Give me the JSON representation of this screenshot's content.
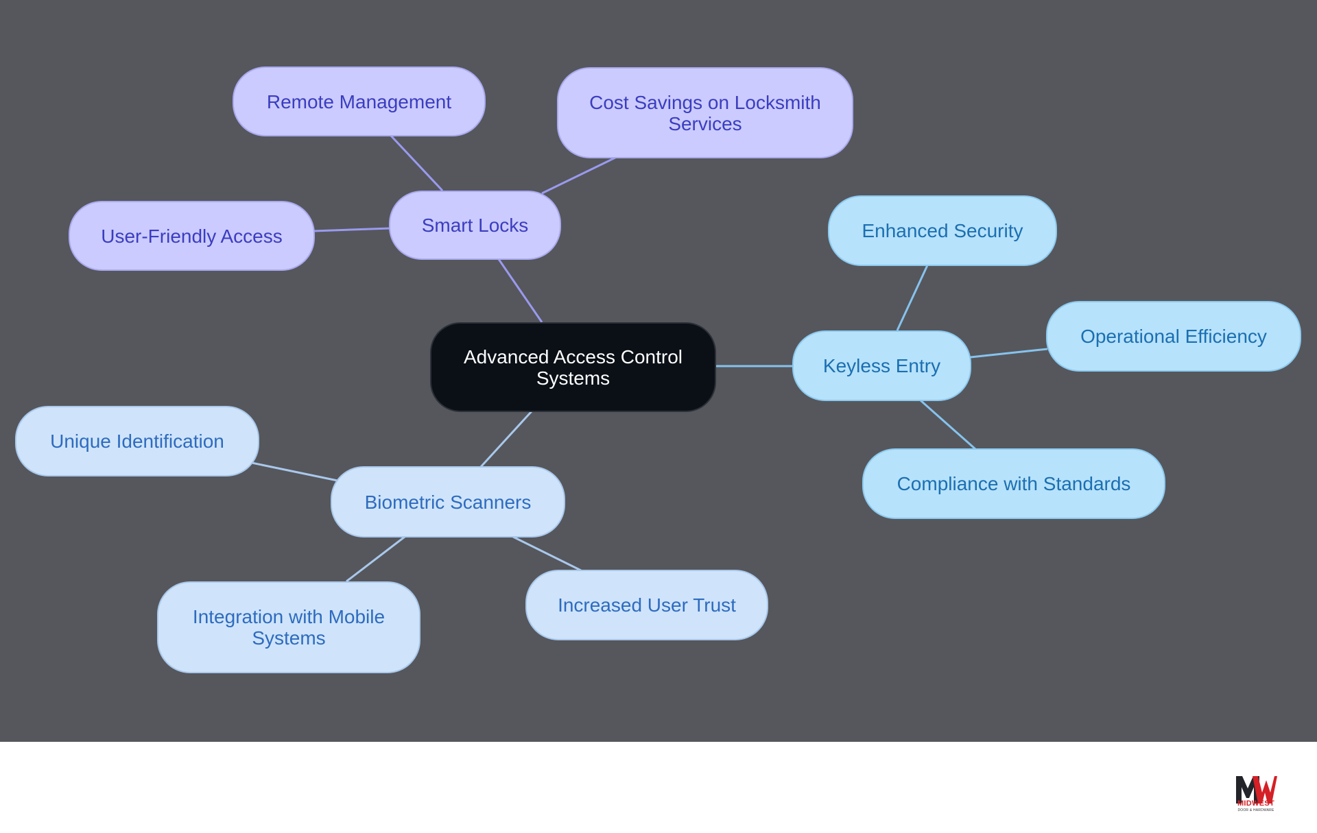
{
  "mindmap": {
    "root": "Advanced Access Control Systems",
    "branches": [
      {
        "id": "smart-locks",
        "label": "Smart Locks",
        "children": [
          "Remote Management",
          "Cost Savings on Locksmith Services",
          "User-Friendly Access"
        ]
      },
      {
        "id": "keyless-entry",
        "label": "Keyless Entry",
        "children": [
          "Enhanced Security",
          "Operational Efficiency",
          "Compliance with Standards"
        ]
      },
      {
        "id": "biometric-scanners",
        "label": "Biometric Scanners",
        "children": [
          "Unique Identification",
          "Integration with Mobile Systems",
          "Increased User Trust"
        ]
      }
    ]
  },
  "colors": {
    "background": "#56575c",
    "root_fill": "#0b1017",
    "smart_locks": "#cbcbff",
    "keyless_entry": "#b7e2fb",
    "biometric_scanners": "#cfe4fa",
    "smart_locks_edge": "#9a9af0",
    "keyless_entry_edge": "#86c3ee",
    "biometric_scanners_edge": "#a9c8ec"
  },
  "logo": {
    "mark": "MW",
    "name": "MIDWEST",
    "tagline": "DOOR & HARDWARE"
  }
}
